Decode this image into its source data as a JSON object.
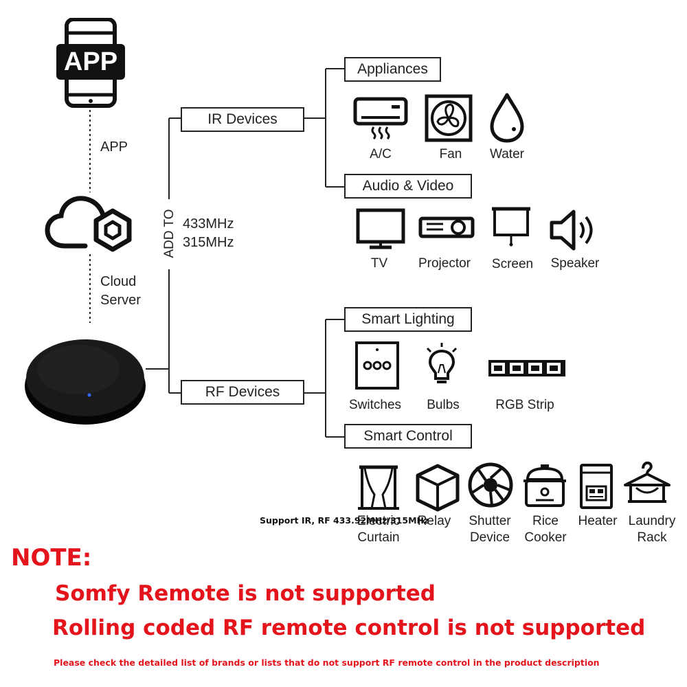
{
  "phone": {
    "badge": "APP"
  },
  "left": {
    "app_label": "APP",
    "cloud_label_1": "Cloud",
    "cloud_label_2": "Server"
  },
  "trunk": {
    "add_to": "ADD TO",
    "freq_1": "433MHz",
    "freq_2": "315MHz"
  },
  "ir": {
    "label": "IR Devices",
    "appliances": {
      "label": "Appliances",
      "items": [
        {
          "label": "A/C",
          "icon": "air-conditioner-icon"
        },
        {
          "label": "Fan",
          "icon": "fan-icon"
        },
        {
          "label": "Water",
          "icon": "water-drop-icon"
        }
      ]
    },
    "av": {
      "label": "Audio & Video",
      "items": [
        {
          "label": "TV",
          "icon": "tv-icon"
        },
        {
          "label": "Projector",
          "icon": "projector-icon"
        },
        {
          "label": "Screen",
          "icon": "projection-screen-icon"
        },
        {
          "label": "Speaker",
          "icon": "speaker-icon"
        }
      ]
    }
  },
  "rf": {
    "label": "RF Devices",
    "lighting": {
      "label": "Smart Lighting",
      "items": [
        {
          "label": "Switches",
          "icon": "wall-switch-icon"
        },
        {
          "label": "Bulbs",
          "icon": "bulb-icon"
        },
        {
          "label": "RGB Strip",
          "icon": "rgb-strip-icon"
        }
      ]
    },
    "control": {
      "label": "Smart Control",
      "items": [
        {
          "label_1": "Electric",
          "label_2": "Curtain",
          "icon": "curtain-icon"
        },
        {
          "label_1": "Relay",
          "icon": "relay-icon"
        },
        {
          "label_1": "Shutter",
          "label_2": "Device",
          "icon": "shutter-icon"
        },
        {
          "label_1": "Rice",
          "label_2": "Cooker",
          "icon": "rice-cooker-icon"
        },
        {
          "label_1": "Heater",
          "icon": "heater-icon"
        },
        {
          "label_1": "Laundry",
          "label_2": "Rack",
          "icon": "laundry-rack-icon"
        }
      ]
    }
  },
  "overlay_text": "Support IR, RF 433.92MHz/315MHz",
  "notes": {
    "heading": "NOTE:",
    "line_1": "Somfy Remote is not supported",
    "line_2": "Rolling coded RF remote control is not supported",
    "line_3": "Please check the detailed list of brands or lists that do not support RF remote control in the product description"
  },
  "colors": {
    "note_red": "#e3141b",
    "line": "#222222",
    "hub": "#0d0d0d",
    "led": "#2a6cff"
  }
}
